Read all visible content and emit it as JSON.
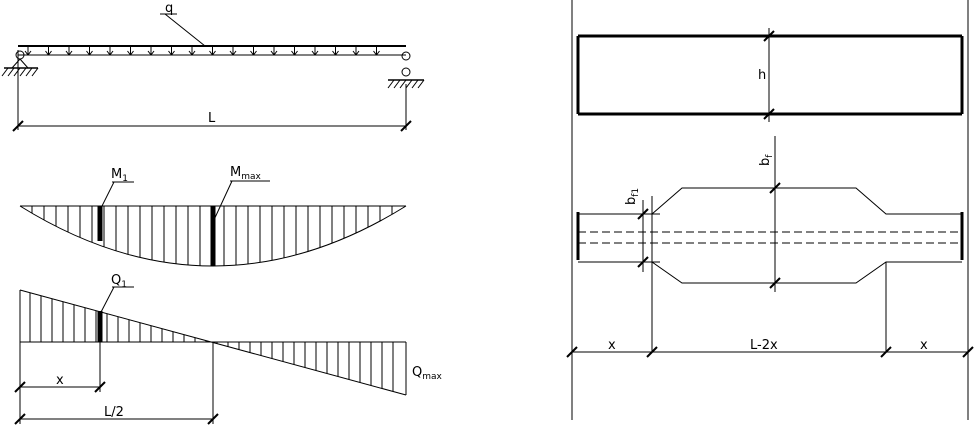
{
  "beam": {
    "load_label": "q",
    "span_label": "L"
  },
  "moment_diagram": {
    "m1_label": "M",
    "m1_sub": "1",
    "mmax_label": "M",
    "mmax_sub": "max"
  },
  "shear_diagram": {
    "q1_label": "Q",
    "q1_sub": "1",
    "qmax_label": "Q",
    "qmax_sub": "max",
    "x_label": "x",
    "half_span_label": "L/2"
  },
  "elevation": {
    "height_label": "h"
  },
  "plan": {
    "bf1_label": "b",
    "bf1_sub": "f1",
    "bf_label": "b",
    "bf_sub": "f",
    "x_left_label": "x",
    "middle_label": "L-2x",
    "x_right_label": "x"
  }
}
